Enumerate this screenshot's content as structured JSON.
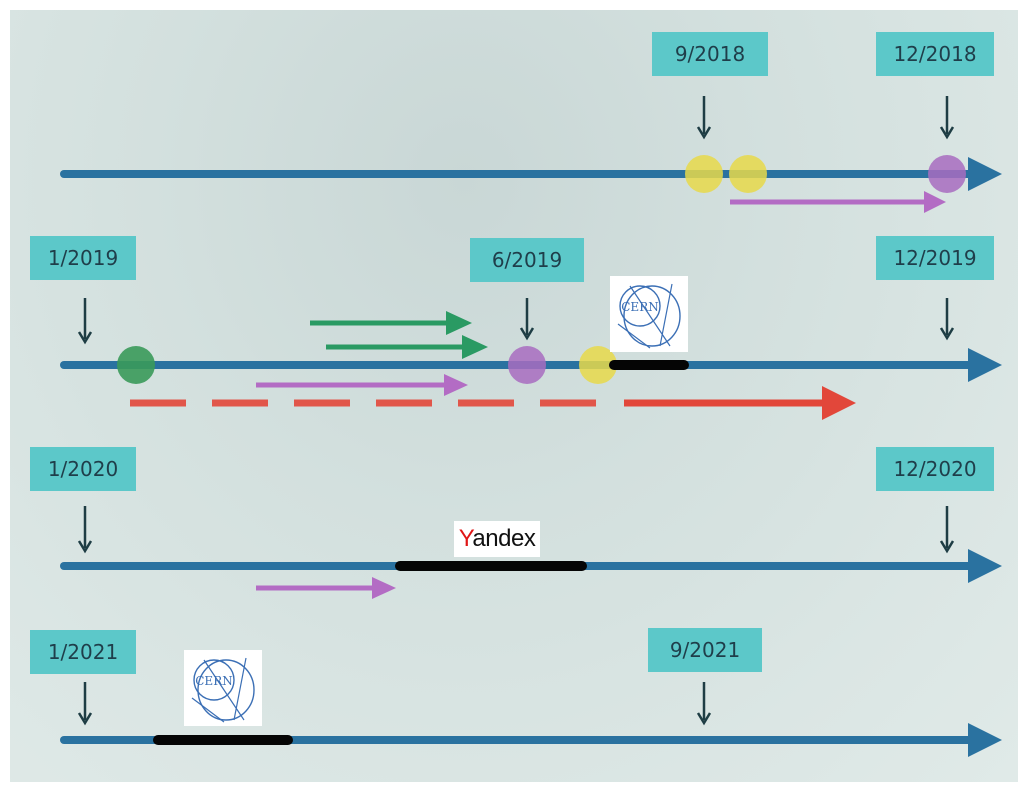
{
  "timelines": [
    {
      "start_label": "",
      "end_label": "12/2018",
      "mid_label": "9/2018"
    },
    {
      "start_label": "1/2019",
      "end_label": "12/2019",
      "mid_label": "6/2019"
    },
    {
      "start_label": "1/2020",
      "end_label": "12/2020",
      "mid_label": ""
    },
    {
      "start_label": "1/2021",
      "end_label": "",
      "mid_label": "9/2021"
    }
  ],
  "logos": {
    "cern_text": "CERN",
    "yandex_first": "Y",
    "yandex_rest": "andex"
  },
  "colors": {
    "timeline": "#2a72a0",
    "date_box": "#5cc8c9",
    "pointer": "#1e3d44",
    "yellow_dot": "#e8d94a",
    "purple_dot": "#a86cbf",
    "green_dot": "#3a9a5a",
    "green_arrow": "#2a9a63",
    "purple_arrow": "#b36cc4",
    "red_arrow": "#e2473a",
    "black_bar": "#050505"
  }
}
